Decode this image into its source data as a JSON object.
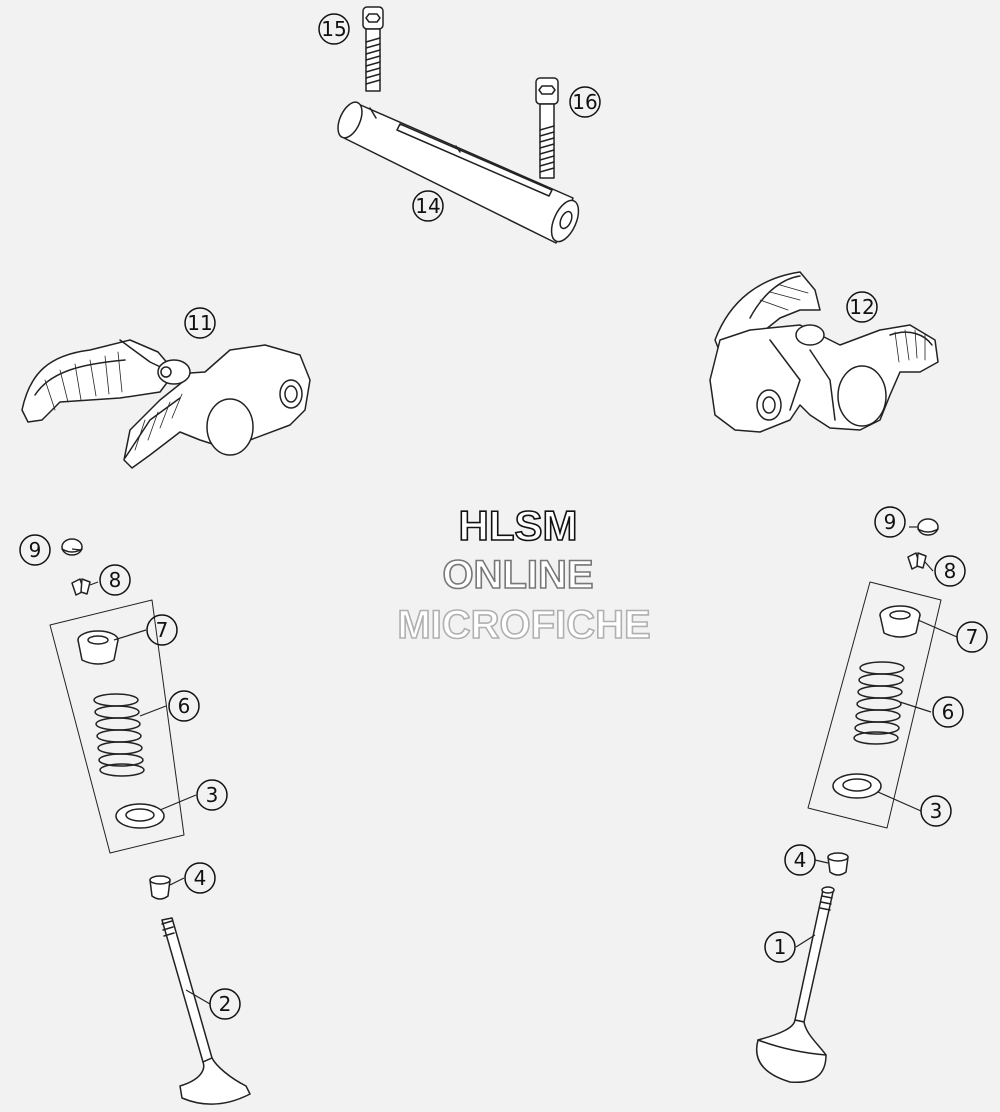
{
  "watermark": {
    "line1": "HLSM",
    "line2": "ONLINE",
    "line3": "MICROFICHE"
  },
  "callouts": {
    "c1": "1",
    "c2": "2",
    "c3_left": "3",
    "c3_right": "3",
    "c4_left": "4",
    "c4_right": "4",
    "c6_left": "6",
    "c6_right": "6",
    "c7_left": "7",
    "c7_right": "7",
    "c8_left": "8",
    "c8_right": "8",
    "c9_left": "9",
    "c9_right": "9",
    "c11": "11",
    "c12": "12",
    "c14": "14",
    "c15": "15",
    "c16": "16"
  },
  "colors": {
    "background": "#f2f2f2",
    "line": "#222222",
    "part_fill": "#ffffff",
    "watermark_stroke_1": "#111111",
    "watermark_stroke_2": "#777777",
    "watermark_stroke_3": "#b0b0b0"
  }
}
